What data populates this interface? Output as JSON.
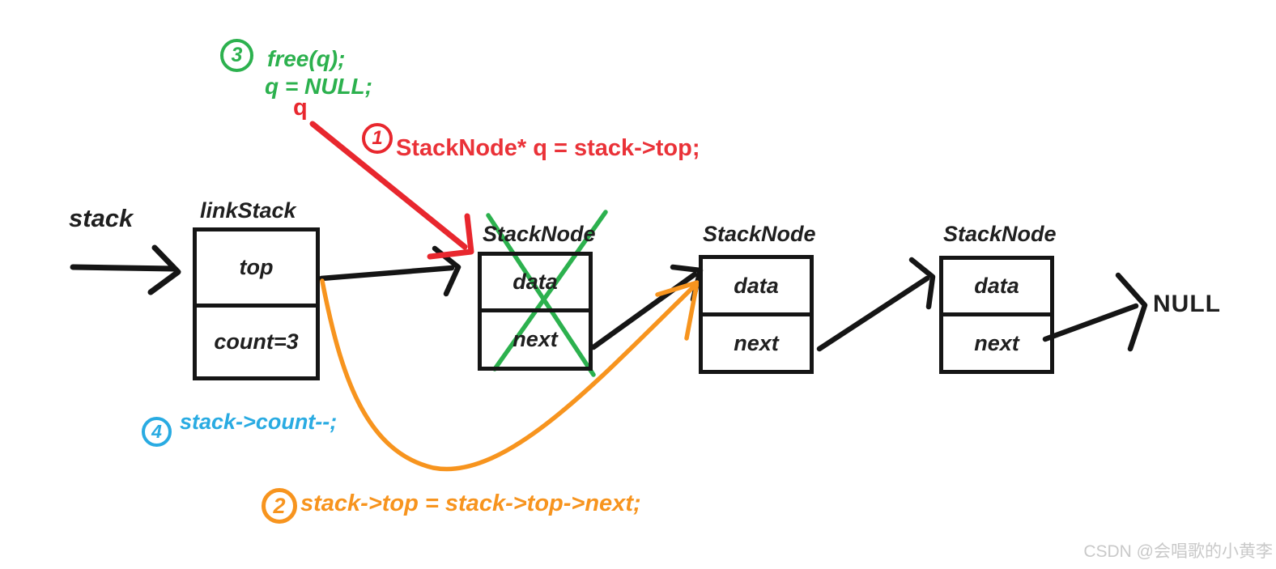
{
  "diagram": {
    "stack_pointer_label": "stack",
    "q_pointer_label": "q",
    "link_stack": {
      "title": "linkStack",
      "top_field": "top",
      "count_field": "count=3"
    },
    "nodes": [
      {
        "title": "StackNode",
        "data_field": "data",
        "next_field": "next",
        "crossed_out": true
      },
      {
        "title": "StackNode",
        "data_field": "data",
        "next_field": "next",
        "crossed_out": false
      },
      {
        "title": "StackNode",
        "data_field": "data",
        "next_field": "next",
        "crossed_out": false
      }
    ],
    "terminator_label": "NULL"
  },
  "annotations": {
    "step1": {
      "number": "1",
      "code": "StackNode* q = stack->top;",
      "color": "#EA3238"
    },
    "step2": {
      "number": "2",
      "code": "stack->top = stack->top->next;",
      "color": "#F7941E"
    },
    "step3": {
      "number": "3",
      "code_line1": "free(q);",
      "code_line2": "q = NULL;",
      "color": "#2CB14E"
    },
    "step4": {
      "number": "4",
      "code": "stack->count--;",
      "color": "#29ABE2"
    }
  },
  "colors": {
    "ink": "#151515",
    "step1_red": "#EA3238",
    "step2_orange": "#F7941E",
    "step3_green": "#2CB14E",
    "step4_blue": "#29ABE2",
    "watermark_gray": "#C9C9C9"
  },
  "watermark": "CSDN @会唱歌的小黄李"
}
